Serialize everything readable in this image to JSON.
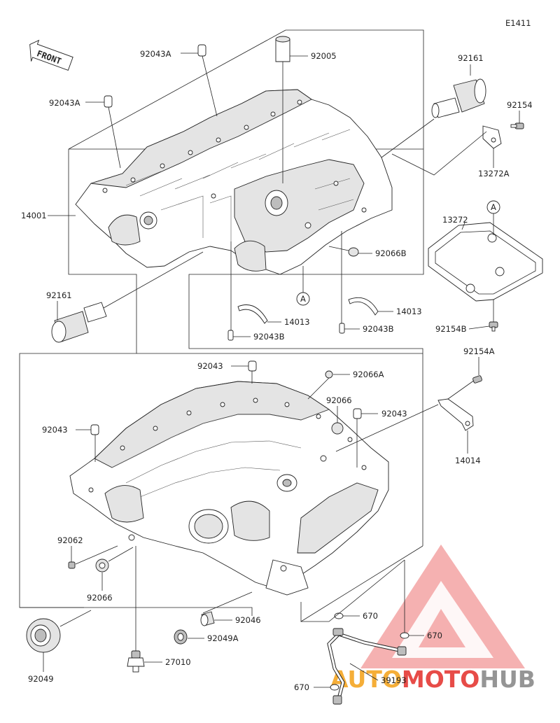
{
  "diagram_id": "E1411",
  "front_label": "FRONT",
  "labels": {
    "p92043A_top": "92043A",
    "p92043A_left": "92043A",
    "p92005": "92005",
    "p92161_top": "92161",
    "p92154": "92154",
    "p13272A": "13272A",
    "p14001": "14001",
    "p13272": "13272",
    "ref_A1": "A",
    "ref_A2": "A",
    "p92066B": "92066B",
    "p92161_left": "92161",
    "p14013_a": "14013",
    "p14013_b": "14013",
    "p92043B_a": "92043B",
    "p92043B_b": "92043B",
    "p92154B": "92154B",
    "p92154A": "92154A",
    "p92043_a": "92043",
    "p92066A": "92066A",
    "p92066_a": "92066",
    "p92043_b": "92043",
    "p92043_c": "92043",
    "p14014": "14014",
    "p92062": "92062",
    "p92066_b": "92066",
    "p92046": "92046",
    "p92049A": "92049A",
    "p92049": "92049",
    "p27010": "27010",
    "p670_a": "670",
    "p670_b": "670",
    "p670_c": "670",
    "p39193": "39193"
  },
  "watermark": {
    "part1": "AUTO",
    "part2": "MOTO",
    "part3": "HUB",
    "color_red": "#e53935",
    "color_orange": "#f5a623",
    "color_gray": "#8a8a8a"
  }
}
